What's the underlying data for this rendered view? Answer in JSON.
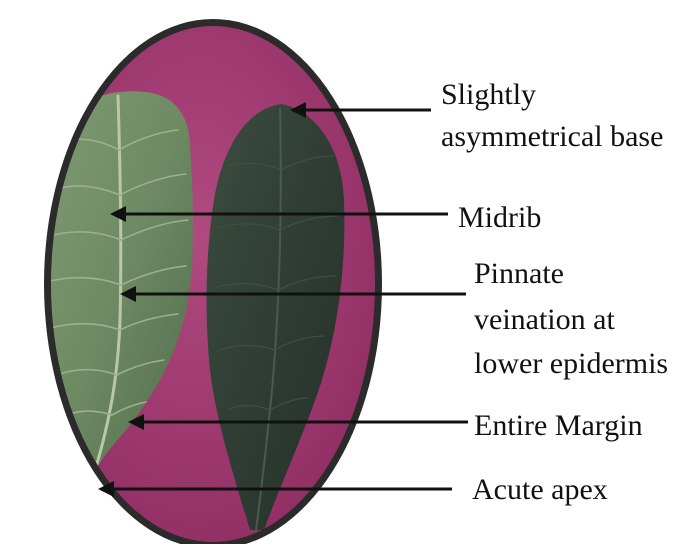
{
  "colors": {
    "background": "#ffffff",
    "frame": "#2b2b2b",
    "backdrop": "#a2356e",
    "leaf_light": "#6d8a63",
    "leaf_dark": "#2f3d34",
    "arrow": "#111111",
    "text": "#111111"
  },
  "annotations": [
    {
      "id": "base",
      "lines": [
        "Slightly",
        "asymmetrical base"
      ]
    },
    {
      "id": "midrib",
      "lines": [
        "Midrib"
      ]
    },
    {
      "id": "venation",
      "lines": [
        "Pinnate",
        "veination at",
        "lower epidermis"
      ]
    },
    {
      "id": "margin",
      "lines": [
        "Entire Margin"
      ]
    },
    {
      "id": "apex",
      "lines": [
        "Acute apex"
      ]
    }
  ]
}
